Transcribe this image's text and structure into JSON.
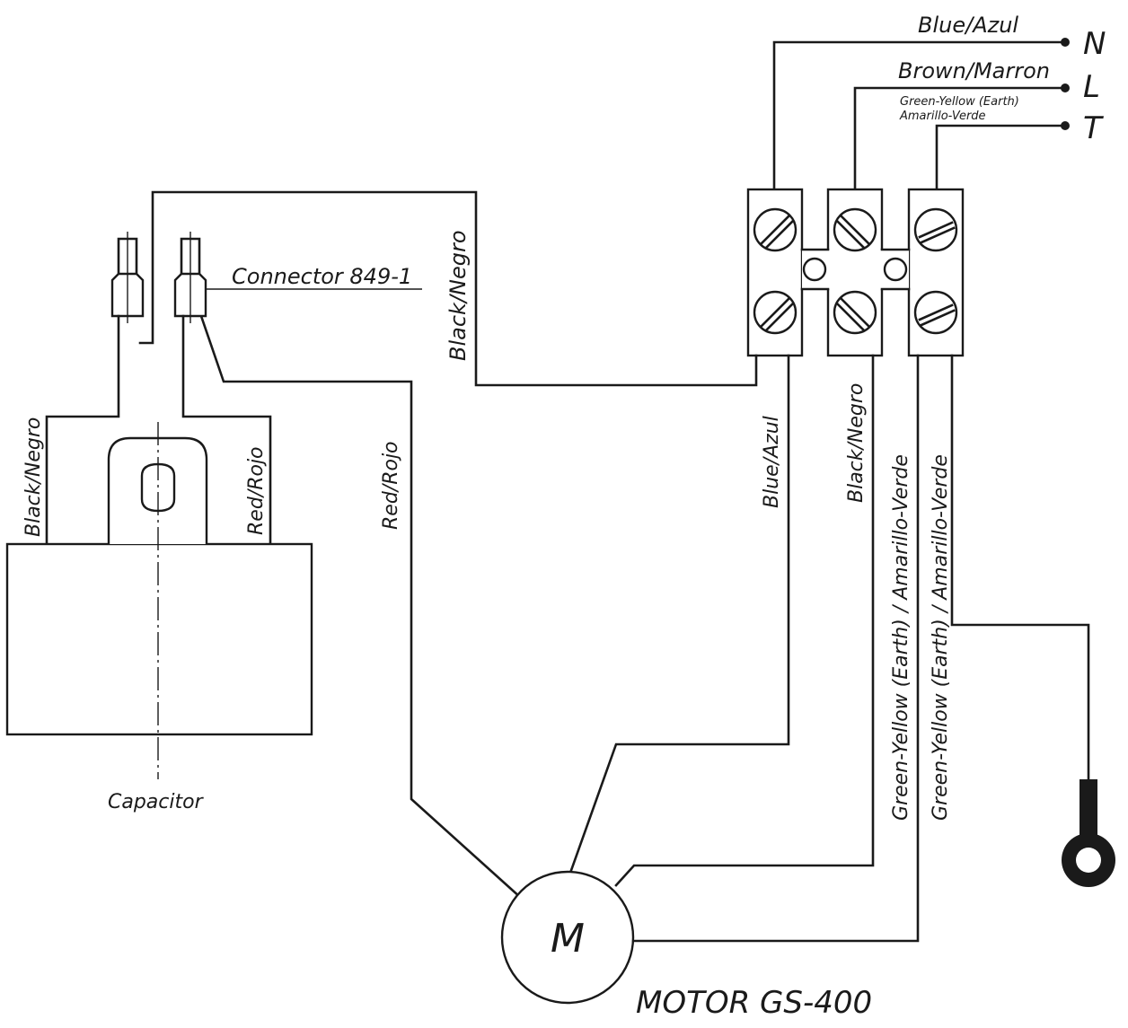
{
  "terminals": {
    "n": "N",
    "l": "L",
    "t": "T"
  },
  "labels": {
    "blue_azul_top": "Blue/Azul",
    "brown_marron": "Brown/Marron",
    "green_yellow_earth": "Green-Yellow (Earth)",
    "amarillo_verde": "Amarillo-Verde",
    "connector": "Connector 849-1",
    "black_negro_cable": "Black/Negro",
    "black_negro_cap": "Black/Negro",
    "red_rojo_cap": "Red/Rojo",
    "red_rojo_motor": "Red/Rojo",
    "blue_azul_motor": "Blue/Azul",
    "black_negro_motor": "Black/Negro",
    "earth_motor": "Green-Yellow (Earth)  /  Amarillo-Verde",
    "earth_lug": "Green-Yellow (Earth)  /  Amarillo-Verde",
    "capacitor": "Capacitor",
    "motor_symbol": "M",
    "motor_name": "MOTOR  GS-400"
  }
}
